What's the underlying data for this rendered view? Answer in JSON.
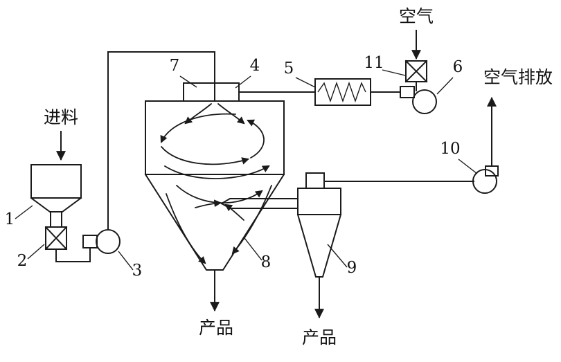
{
  "diagram": {
    "texts": {
      "feed": "进料",
      "air": "空气",
      "air_exhaust": "空气排放",
      "product_dryer": "产品",
      "product_cyclone": "产品"
    },
    "numbers": {
      "n1": "1",
      "n2": "2",
      "n3": "3",
      "n4": "4",
      "n5": "5",
      "n6": "6",
      "n7": "7",
      "n8": "8",
      "n9": "9",
      "n10": "10",
      "n11": "11"
    },
    "components": {
      "c1": "feed-hopper",
      "c2": "rotary-valve-feed",
      "c3": "feed-pump",
      "c4": "dryer-inlet-right",
      "c5": "air-heater",
      "c6": "supply-blower",
      "c7": "dryer-inlet-left",
      "c8": "spray-drying-chamber",
      "c9": "cyclone-separator",
      "c10": "exhaust-fan",
      "c11": "air-valve"
    },
    "colors": {
      "line": "#1a1a1a",
      "text": "#111111",
      "background": "#ffffff"
    }
  }
}
